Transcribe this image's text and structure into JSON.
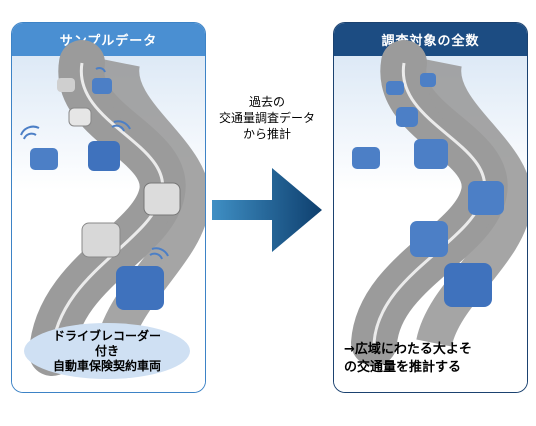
{
  "left_panel": {
    "title": "サンプルデータ",
    "caption": [
      "ドライブレコーダー",
      "付き",
      "自動車保険契約車両"
    ]
  },
  "right_panel": {
    "title": "調査対象の全数",
    "caption": [
      "→広域にわたる大よそ",
      "の交通量を推計する"
    ]
  },
  "method": [
    "過去の",
    "交通量調査データ",
    "から推計"
  ],
  "colors": {
    "left_header": "#4a8fd2",
    "right_header": "#1c4c82",
    "arrow": "#1b5a8c",
    "road": "#999999",
    "car_blue": "#4c7fc6",
    "car_gray": "#c8c8c8"
  }
}
